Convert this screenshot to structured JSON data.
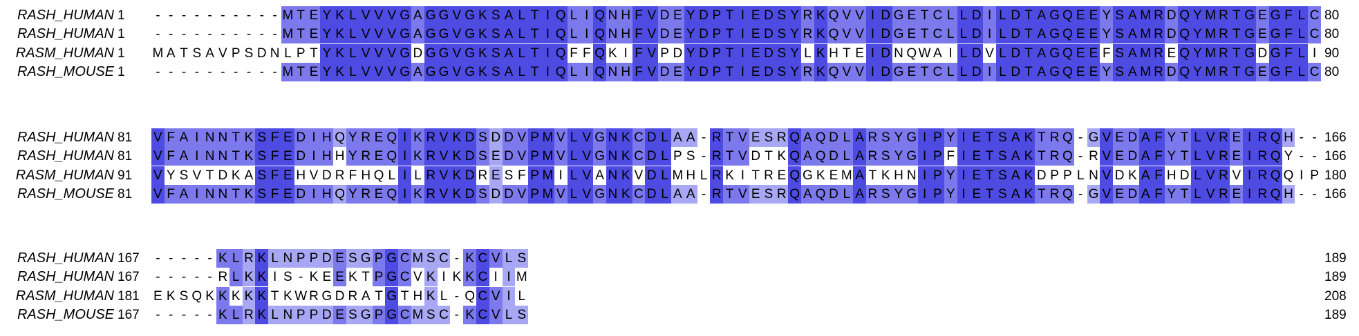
{
  "alignment": {
    "blocks": [
      {
        "rows": [
          {
            "name": "RASH_HUMAN",
            "start": "1",
            "end": "80",
            "seq": "----------MTEYKLVVVGAGGVGKSALTIQLIQNHFVDEYDPTIEDSYRKQVVIDGETCLLDILDTAGQEEYSAMRDQYMRTGEGFLC"
          },
          {
            "name": "RASH_HUMAN",
            "start": "1",
            "end": "80",
            "seq": "----------MTEYKLVVVGAGGVGKSALTIQLIQNHFVDEYDPTIEDSYRKQVVIDGETCLLDILDTAGQEEYSAMRDQYMRTGEGFLC"
          },
          {
            "name": "RASM_HUMAN",
            "start": "1",
            "end": "90",
            "seq": "MATSAVPSDNLPTYKLVVVGDGGVGKSALTIQFFQKIFVPDYDPTIEDSYLKHTEIDNQWAILDVLDTAGQEEFSAMREQYMRTGDGFLI"
          },
          {
            "name": "RASH_MOUSE",
            "start": "1",
            "end": "80",
            "seq": "----------MTEYKLVVVGAGGVGKSALTIQLIQNHFVDEYDPTIEDSYRKQVVIDGETCLLDILDTAGQEEYSAMRDQYMRTGEGFLC"
          }
        ]
      },
      {
        "rows": [
          {
            "name": "RASH_HUMAN",
            "start": "81",
            "end": "166",
            "seq": "VFAINNTKSFEDIHQYREQIKRVKDSDDVPMVLVGNKCDLAA-RTVESRQAQDLARSYGIPYIETSAKTRQ-GVEDAFYTLVREIRQH--"
          },
          {
            "name": "RASH_HUMAN",
            "start": "81",
            "end": "166",
            "seq": "VFAINNTKSFEDIHHYREQIKRVKDSEDVPMVLVGNKCDLPS-RTVDTKQAQDLARSYGIPFIETSAKTRQ-RVEDAFYTLVREIRQY--"
          },
          {
            "name": "RASM_HUMAN",
            "start": "91",
            "end": "180",
            "seq": "VYSVTDKASFEHVDRFHQLILRVKDRESFPMILVANKVDLMHLRKITREQGKEMATKHNIPYIETSAKDPPLNVDKAFHDLVRVIRQQIP"
          },
          {
            "name": "RASH_MOUSE",
            "start": "81",
            "end": "166",
            "seq": "VFAINNTKSFEDIHQYREQIKRVKDSDDVPMVLVGNKCDLAA-RTVESRQAQDLARSYGIPYIETSAKTRQ-GVEDAFYTLVREIRQH--"
          }
        ]
      },
      {
        "rows": [
          {
            "name": "RASH_HUMAN",
            "start": "167",
            "end": "189",
            "seq": "-----KLRKLNPPDESGPGCMSC-KCVLS"
          },
          {
            "name": "RASH_HUMAN",
            "start": "167",
            "end": "189",
            "seq": "-----RLKKIS-KEEKTPGCVKIKKCIIM"
          },
          {
            "name": "RASM_HUMAN",
            "start": "181",
            "end": "208",
            "seq": "EKSQKKKKKTKWRGDRATGTHKL-QCVIL"
          },
          {
            "name": "RASH_MOUSE",
            "start": "167",
            "end": "189",
            "seq": "-----KLRKLNPPDESGPGCMSC-KCVLS"
          }
        ]
      }
    ],
    "colors": {
      "full": "#4e4be2",
      "high": "#7b79ec",
      "mid": "#a8a7f3",
      "low": "#d0d0fa"
    }
  }
}
